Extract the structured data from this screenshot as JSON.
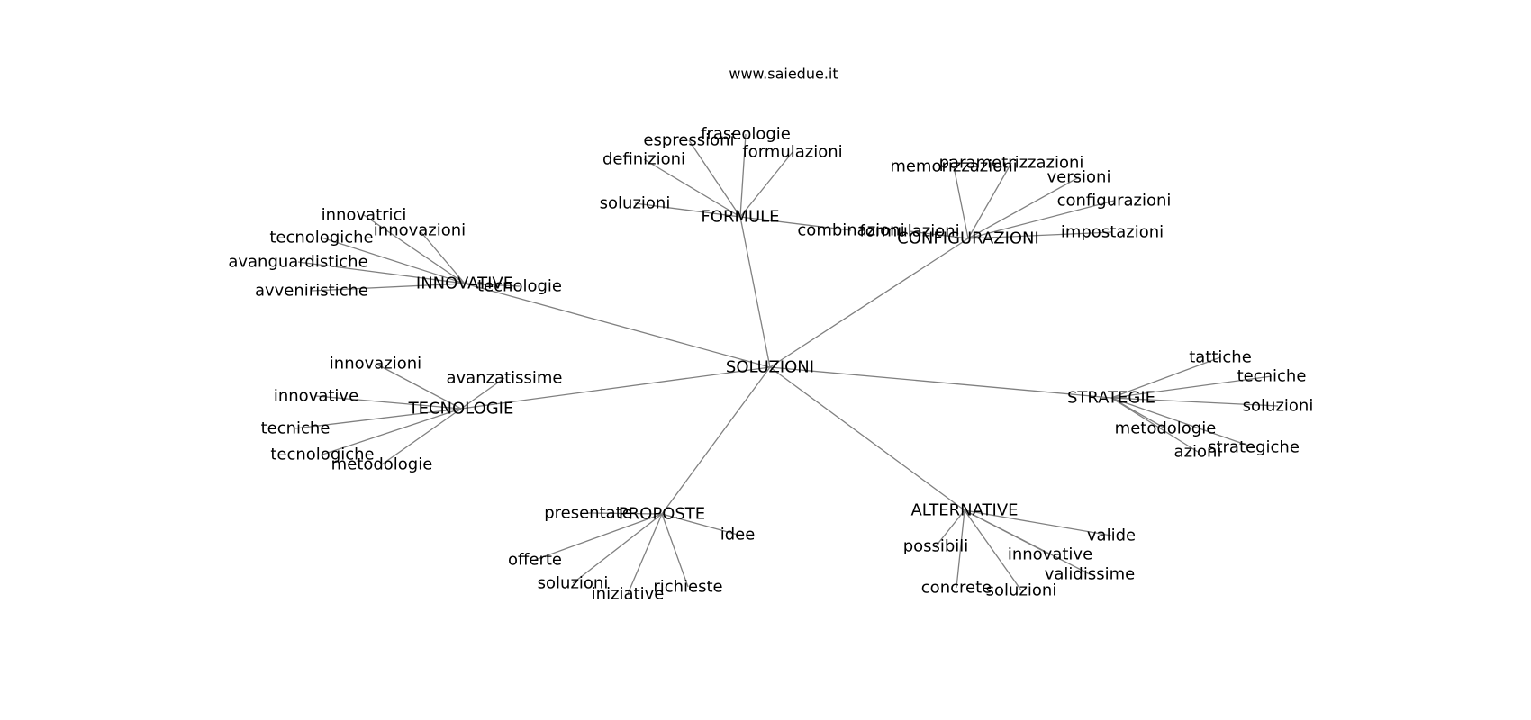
{
  "site": "www.saiedue.it",
  "colors": {
    "edge": "#808080",
    "text": "#000000",
    "background": "#ffffff"
  },
  "graph": {
    "center": "SOLUZIONI",
    "nodes": [
      {
        "id": "soluzioni_c",
        "label": "SOLUZIONI"
      },
      {
        "id": "formule",
        "label": "FORMULE"
      },
      {
        "id": "configurazioni",
        "label": "CONFIGURAZIONI"
      },
      {
        "id": "innovative_h",
        "label": "INNOVATIVE"
      },
      {
        "id": "tecnologie_h",
        "label": "TECNOLOGIE"
      },
      {
        "id": "strategie",
        "label": "STRATEGIE"
      },
      {
        "id": "proposte",
        "label": "PROPOSTE"
      },
      {
        "id": "alternative",
        "label": "ALTERNATIVE"
      },
      {
        "id": "f_espressioni",
        "label": "espressioni"
      },
      {
        "id": "f_fraseologie",
        "label": "fraseologie"
      },
      {
        "id": "f_definizioni",
        "label": "definizioni"
      },
      {
        "id": "f_formulazioni",
        "label": "formulazioni"
      },
      {
        "id": "f_soluzioni",
        "label": "soluzioni"
      },
      {
        "id": "f_combinazioni",
        "label": "combinazioni"
      },
      {
        "id": "c_memorizzazioni",
        "label": "memorizzazioni"
      },
      {
        "id": "c_parametrizzazioni",
        "label": "parametrizzazioni"
      },
      {
        "id": "c_versioni",
        "label": "versioni"
      },
      {
        "id": "c_configurazioni",
        "label": "configurazioni"
      },
      {
        "id": "c_impostazioni",
        "label": "impostazioni"
      },
      {
        "id": "c_formulazioni",
        "label": "formulazioni"
      },
      {
        "id": "i_innovatrici",
        "label": "innovatrici"
      },
      {
        "id": "i_innovazioni",
        "label": "innovazioni"
      },
      {
        "id": "i_tecnologiche",
        "label": "tecnologiche"
      },
      {
        "id": "i_avanguardistiche",
        "label": "avanguardistiche"
      },
      {
        "id": "i_avveniristiche",
        "label": "avveniristiche"
      },
      {
        "id": "i_tecnologie",
        "label": "tecnologie"
      },
      {
        "id": "t_innovazioni",
        "label": "innovazioni"
      },
      {
        "id": "t_avanzatissime",
        "label": "avanzatissime"
      },
      {
        "id": "t_innovative",
        "label": "innovative"
      },
      {
        "id": "t_tecniche",
        "label": "tecniche"
      },
      {
        "id": "t_tecnologiche",
        "label": "tecnologiche"
      },
      {
        "id": "t_metodologie",
        "label": "metodologie"
      },
      {
        "id": "s_tattiche",
        "label": "tattiche"
      },
      {
        "id": "s_tecniche",
        "label": "tecniche"
      },
      {
        "id": "s_soluzioni",
        "label": "soluzioni"
      },
      {
        "id": "s_metodologie",
        "label": "metodologie"
      },
      {
        "id": "s_azioni",
        "label": "azioni"
      },
      {
        "id": "s_strategiche",
        "label": "strategiche"
      },
      {
        "id": "p_presentate",
        "label": "presentate"
      },
      {
        "id": "p_idee",
        "label": "idee"
      },
      {
        "id": "p_offerte",
        "label": "offerte"
      },
      {
        "id": "p_soluzioni",
        "label": "soluzioni"
      },
      {
        "id": "p_iniziative",
        "label": "iniziative"
      },
      {
        "id": "p_richieste",
        "label": "richieste"
      },
      {
        "id": "a_valide",
        "label": "valide"
      },
      {
        "id": "a_possibili",
        "label": "possibili"
      },
      {
        "id": "a_innovative",
        "label": "innovative"
      },
      {
        "id": "a_validissime",
        "label": "validissime"
      },
      {
        "id": "a_concrete",
        "label": "concrete"
      },
      {
        "id": "a_soluzioni",
        "label": "soluzioni"
      }
    ],
    "edges": [
      [
        "soluzioni_c",
        "formule"
      ],
      [
        "soluzioni_c",
        "configurazioni"
      ],
      [
        "soluzioni_c",
        "innovative_h"
      ],
      [
        "soluzioni_c",
        "tecnologie_h"
      ],
      [
        "soluzioni_c",
        "strategie"
      ],
      [
        "soluzioni_c",
        "proposte"
      ],
      [
        "soluzioni_c",
        "alternative"
      ],
      [
        "formule",
        "f_espressioni"
      ],
      [
        "formule",
        "f_fraseologie"
      ],
      [
        "formule",
        "f_definizioni"
      ],
      [
        "formule",
        "f_formulazioni"
      ],
      [
        "formule",
        "f_soluzioni"
      ],
      [
        "formule",
        "f_combinazioni"
      ],
      [
        "configurazioni",
        "c_memorizzazioni"
      ],
      [
        "configurazioni",
        "c_parametrizzazioni"
      ],
      [
        "configurazioni",
        "c_versioni"
      ],
      [
        "configurazioni",
        "c_configurazioni"
      ],
      [
        "configurazioni",
        "c_impostazioni"
      ],
      [
        "configurazioni",
        "c_formulazioni"
      ],
      [
        "innovative_h",
        "i_innovatrici"
      ],
      [
        "innovative_h",
        "i_innovazioni"
      ],
      [
        "innovative_h",
        "i_tecnologiche"
      ],
      [
        "innovative_h",
        "i_avanguardistiche"
      ],
      [
        "innovative_h",
        "i_avveniristiche"
      ],
      [
        "innovative_h",
        "i_tecnologie"
      ],
      [
        "tecnologie_h",
        "t_innovazioni"
      ],
      [
        "tecnologie_h",
        "t_avanzatissime"
      ],
      [
        "tecnologie_h",
        "t_innovative"
      ],
      [
        "tecnologie_h",
        "t_tecniche"
      ],
      [
        "tecnologie_h",
        "t_tecnologiche"
      ],
      [
        "tecnologie_h",
        "t_metodologie"
      ],
      [
        "strategie",
        "s_tattiche"
      ],
      [
        "strategie",
        "s_tecniche"
      ],
      [
        "strategie",
        "s_soluzioni"
      ],
      [
        "strategie",
        "s_metodologie"
      ],
      [
        "strategie",
        "s_azioni"
      ],
      [
        "strategie",
        "s_strategiche"
      ],
      [
        "proposte",
        "p_presentate"
      ],
      [
        "proposte",
        "p_idee"
      ],
      [
        "proposte",
        "p_offerte"
      ],
      [
        "proposte",
        "p_soluzioni"
      ],
      [
        "proposte",
        "p_iniziative"
      ],
      [
        "proposte",
        "p_richieste"
      ],
      [
        "alternative",
        "a_valide"
      ],
      [
        "alternative",
        "a_possibili"
      ],
      [
        "alternative",
        "a_innovative"
      ],
      [
        "alternative",
        "a_validissime"
      ],
      [
        "alternative",
        "a_concrete"
      ],
      [
        "alternative",
        "a_soluzioni"
      ]
    ]
  }
}
